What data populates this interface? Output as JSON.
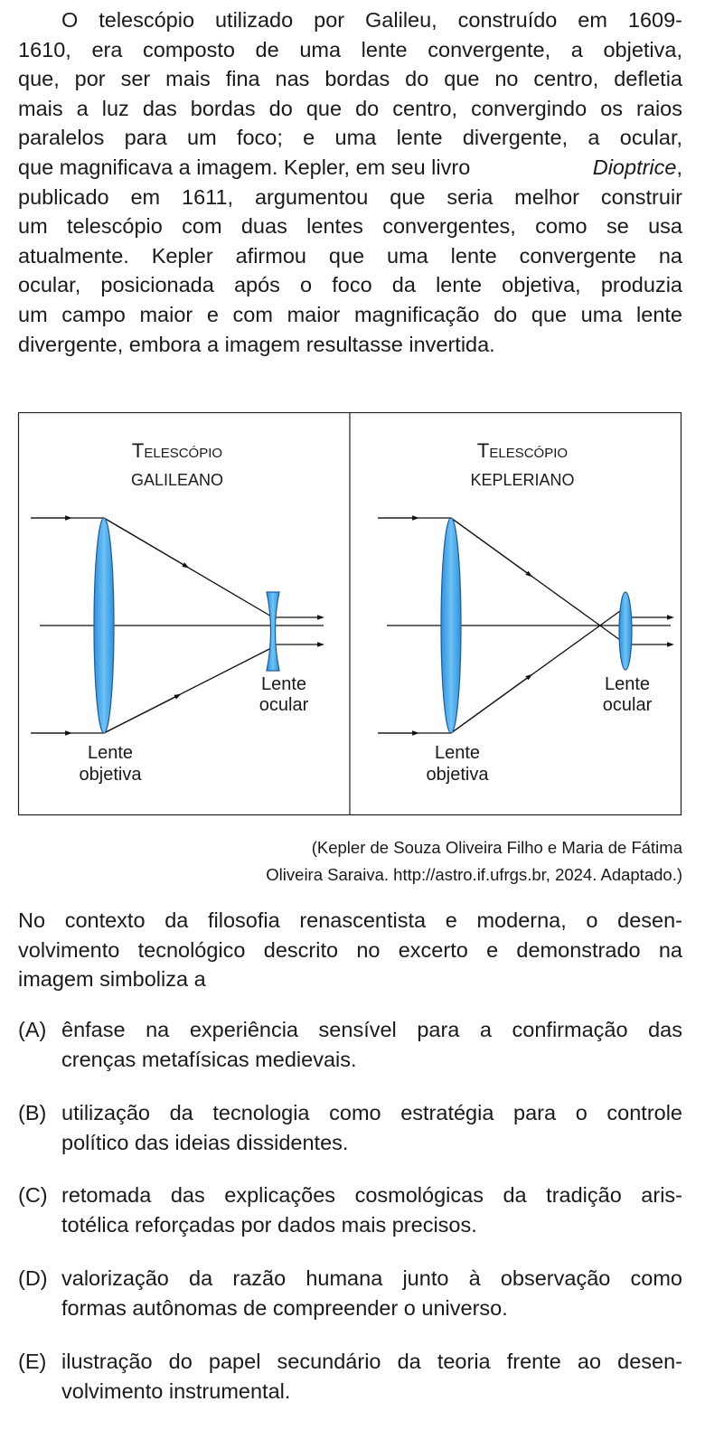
{
  "excerpt": {
    "lines": [
      "O telescópio utilizado por Galileu, construído em 1609-",
      "1610, era composto de uma lente convergente, a objetiva,",
      "que, por ser mais fina nas bordas do que no centro, defletia",
      "mais a luz das bordas do que do centro, convergindo os raios",
      "paralelos para um foco; e uma lente divergente, a ocular,",
      "que magnificava a imagem. Kepler, em seu livro ",
      "publicado em 1611, argumentou que seria melhor construir",
      "um telescópio com duas lentes convergentes, como se usa",
      "atualmente. Kepler afirmou que uma lente convergente na",
      "ocular, posicionada após o foco da lente objetiva, produzia",
      "um campo maior e com maior magnificação do que uma lente",
      "divergente, embora a imagem resultasse invertida."
    ],
    "book_title": "Dioptrice",
    "book_suffix": ","
  },
  "figure": {
    "left": {
      "title": "Telescópio",
      "subtitle": "GALILEANO",
      "ocular_label_1": "Lente",
      "ocular_label_2": "ocular",
      "objective_label_1": "Lente",
      "objective_label_2": "objetiva"
    },
    "right": {
      "title": "Telescópio",
      "subtitle": "KEPLERIANO",
      "ocular_label_1": "Lente",
      "ocular_label_2": "ocular",
      "objective_label_1": "Lente",
      "objective_label_2": "objetiva"
    },
    "lens_color": "#3a9ee6"
  },
  "caption": {
    "line1": "(Kepler de Souza Oliveira Filho e Maria de Fátima",
    "line2": "Oliveira Saraiva. http://astro.if.ufrgs.br, 2024. Adaptado.)"
  },
  "question": {
    "lines": [
      "No contexto da filosofia renascentista e moderna, o desen-",
      "volvimento tecnológico descrito no excerto e demonstrado na",
      "imagem simboliza a"
    ]
  },
  "options": [
    {
      "label": "(A)",
      "lines": [
        "ênfase na experiência sensível para a confirmação das",
        "crenças metafísicas medievais."
      ]
    },
    {
      "label": "(B)",
      "lines": [
        "utilização da tecnologia como estratégia para o controle",
        "político das ideias dissidentes."
      ]
    },
    {
      "label": "(C)",
      "lines": [
        "retomada das explicações cosmológicas da tradição aris-",
        "totélica reforçadas por dados mais precisos."
      ]
    },
    {
      "label": "(D)",
      "lines": [
        "valorização da razão humana junto à observação como",
        "formas autônomas de compreender o universo."
      ]
    },
    {
      "label": "(E)",
      "lines": [
        "ilustração do papel secundário da teoria frente ao desen-",
        "volvimento instrumental."
      ]
    }
  ]
}
